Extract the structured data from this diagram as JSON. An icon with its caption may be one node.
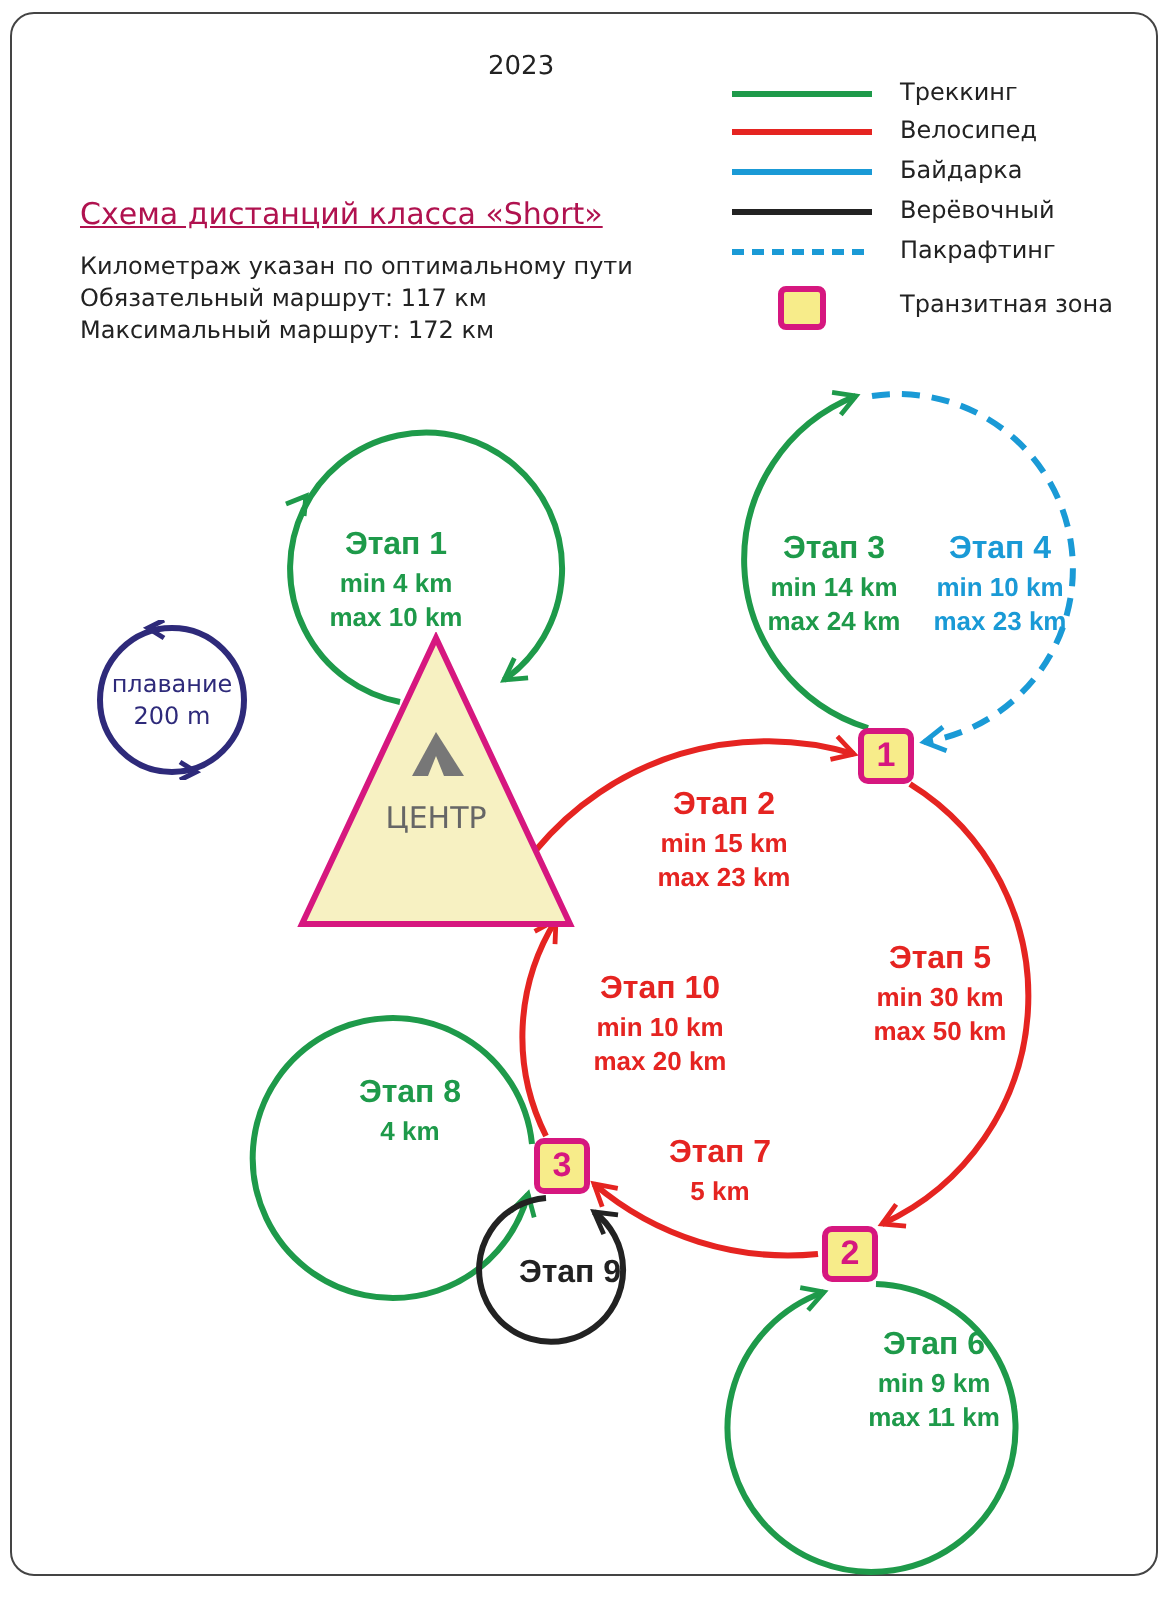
{
  "diagram": {
    "title": "Схема дистанций класса «Short»",
    "nodes": [
      {
        "text": [
          "ЦЕНТР"
        ]
      },
      {
        "text": [
          "1"
        ]
      },
      {
        "text": [
          "2"
        ]
      },
      {
        "text": [
          "3"
        ]
      },
      {
        "text": [
          "плавание 200 m"
        ]
      }
    ],
    "edges": [
      {
        "from": 0,
        "to": 0,
        "arrow": "to",
        "label": "Этап 1 min 4 km max 10 km",
        "color": "#1e9a4a"
      },
      {
        "from": 1,
        "to": null,
        "arrow": "to",
        "label": "Этап 3 min 14 km max 24 km",
        "color": "#1e9a4a"
      },
      {
        "from": null,
        "to": 1,
        "arrow": "to",
        "label": "Этап 4 min 10 km max 23 km",
        "style": "dashed",
        "color": "#1a9ad6"
      },
      {
        "from": 0,
        "to": 1,
        "arrow": "to",
        "label": "Этап 2 min 15 km max 23 km",
        "color": "#e52421"
      },
      {
        "from": 1,
        "to": 2,
        "arrow": "to",
        "label": "Этап 5 min 30 km max 50 km",
        "color": "#e52421"
      },
      {
        "from": 2,
        "to": 2,
        "arrow": "to",
        "label": "Этап 6 min 9 km max 11 km",
        "color": "#1e9a4a"
      },
      {
        "from": 2,
        "to": 3,
        "arrow": "to",
        "label": "Этап 7 5 km",
        "color": "#e52421"
      },
      {
        "from": 3,
        "to": 3,
        "arrow": "to",
        "label": "Этап 8 4 km",
        "color": "#1e9a4a"
      },
      {
        "from": 3,
        "to": 3,
        "arrow": "to",
        "label": "Этап 9",
        "color": "#222222"
      },
      {
        "from": 3,
        "to": 0,
        "arrow": "to",
        "label": "Этап 10 min 10 km max 20 km",
        "color": "#e52421"
      }
    ],
    "labels": [
      "2023",
      "Километраж указан по оптимальному пути",
      "Обязательный маршрут: 117 км",
      "Максимальный маршрут: 172 км"
    ],
    "legend": [
      {
        "text": "Треккинг"
      },
      {
        "text": "Велосипед"
      },
      {
        "text": "Байдарка"
      },
      {
        "text": "Верёвочный"
      },
      {
        "text": "Пакрафтинг"
      },
      {
        "text": "Транзитная зона"
      }
    ]
  }
}
